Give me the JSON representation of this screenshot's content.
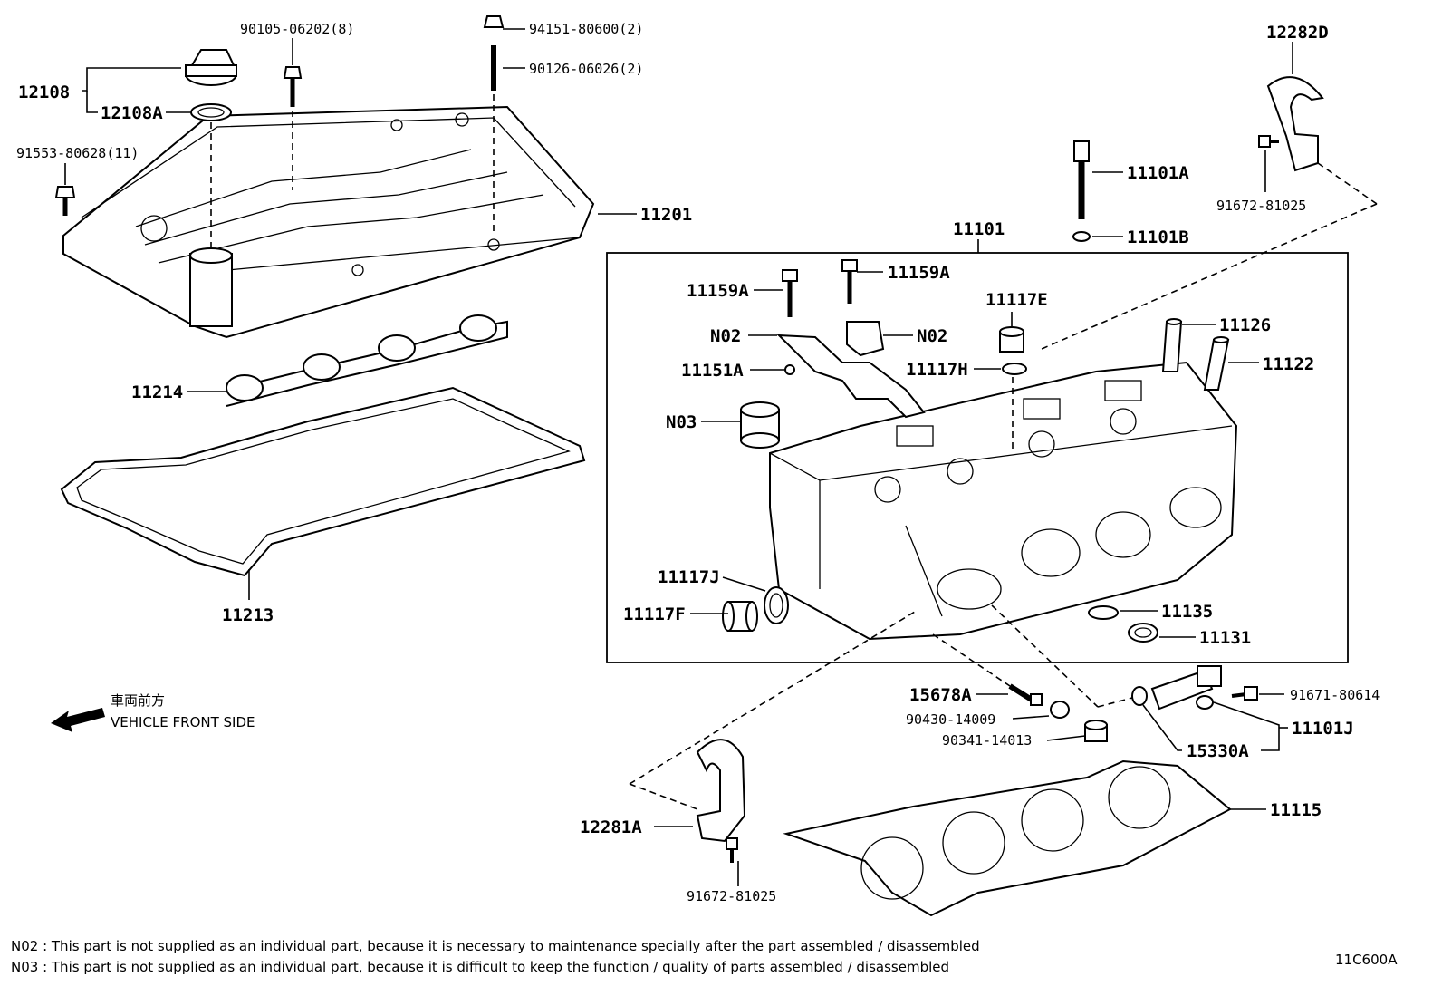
{
  "diagram_code": "11C600A",
  "direction": {
    "jp": "車両前方",
    "en": "VEHICLE FRONT SIDE",
    "icon": "arrow-left-icon"
  },
  "notes": [
    "N02 : This part is not supplied as an individual part, because it is necessary to maintenance specially after the part assembled / disassembled",
    "N03 : This part is not supplied as an individual part, because it is difficult to keep the function / quality of parts  assembled / disassembled"
  ],
  "labels": {
    "p12108": "12108",
    "p12108A": "12108A",
    "p90105": "90105-06202(8)",
    "p94151": "94151-80600(2)",
    "p90126": "90126-06026(2)",
    "p91553": "91553-80628(11)",
    "p11201": "11201",
    "p11214": "11214",
    "p11213": "11213",
    "p12282D": "12282D",
    "p91672a": "91672-81025",
    "p11101A": "11101A",
    "p11101B": "11101B",
    "p11101": "11101",
    "p11159A_1": "11159A",
    "p11159A_2": "11159A",
    "p11117E": "11117E",
    "pN02_1": "N02",
    "pN02_2": "N02",
    "p11151A": "11151A",
    "p11117H": "11117H",
    "p11126": "11126",
    "p11122": "11122",
    "pN03": "N03",
    "p11117J": "11117J",
    "p11117F": "11117F",
    "p11135": "11135",
    "p11131": "11131",
    "p15678A": "15678A",
    "p90430": "90430-14009",
    "p90341": "90341-14013",
    "p91671": "91671-80614",
    "p11101J": "11101J",
    "p15330A": "15330A",
    "p11115": "11115",
    "p12281A": "12281A",
    "p91672b": "91672-81025"
  }
}
